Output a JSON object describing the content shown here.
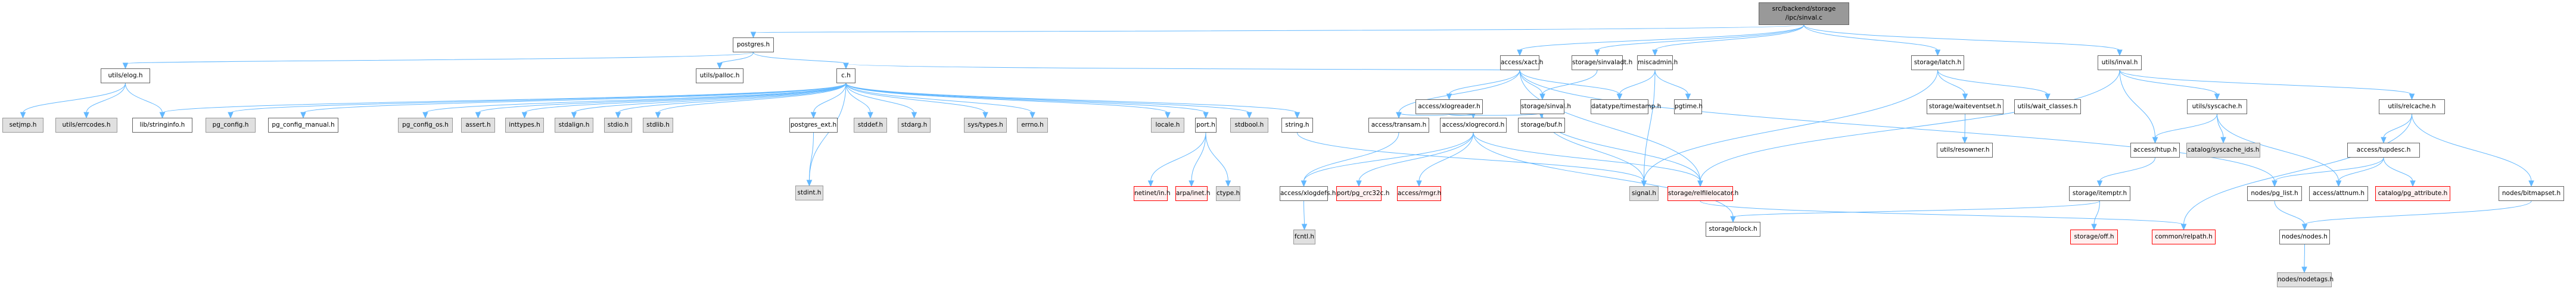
{
  "title": "src/backend/storage/ipc/sinval.c",
  "colors": {
    "edge": "#63b8ff",
    "node_border": "#666666",
    "node_fill": "#ffffff",
    "system_header_fill": "#e0e0e0",
    "missing_header_fill": "#fff0f0",
    "missing_header_border": "#ff0000",
    "root_fill": "#999999"
  },
  "nodes": {
    "root": {
      "label": "src/backend/storage\n/ipc/sinval.c",
      "line1": "src/backend/storage",
      "line2": "/ipc/sinval.c",
      "kind": "root"
    },
    "postgres_h": {
      "label": "postgres.h",
      "kind": "normal"
    },
    "utils_elog_h": {
      "label": "utils/elog.h",
      "kind": "normal"
    },
    "setjmp_h": {
      "label": "setjmp.h",
      "kind": "system"
    },
    "utils_errcodes_h": {
      "label": "utils/errcodes.h",
      "kind": "system"
    },
    "lib_stringinfo_h": {
      "label": "lib/stringinfo.h",
      "kind": "normal"
    },
    "pg_config_h": {
      "label": "pg_config.h",
      "kind": "system"
    },
    "pg_config_manual_h": {
      "label": "pg_config_manual.h",
      "kind": "normal"
    },
    "pg_config_os_h": {
      "label": "pg_config_os.h",
      "kind": "system"
    },
    "assert_h": {
      "label": "assert.h",
      "kind": "system"
    },
    "inttypes_h": {
      "label": "inttypes.h",
      "kind": "system"
    },
    "stdalign_h": {
      "label": "stdalign.h",
      "kind": "system"
    },
    "stdio_h": {
      "label": "stdio.h",
      "kind": "system"
    },
    "stdlib_h": {
      "label": "stdlib.h",
      "kind": "system"
    },
    "postgres_ext_h": {
      "label": "postgres_ext.h",
      "kind": "normal"
    },
    "stddef_h": {
      "label": "stddef.h",
      "kind": "system"
    },
    "stdarg_h": {
      "label": "stdarg.h",
      "kind": "system"
    },
    "sys_types_h": {
      "label": "sys/types.h",
      "kind": "system"
    },
    "errno_h": {
      "label": "errno.h",
      "kind": "system"
    },
    "locale_h": {
      "label": "locale.h",
      "kind": "system"
    },
    "port_h": {
      "label": "port.h",
      "kind": "normal"
    },
    "stdbool_h": {
      "label": "stdbool.h",
      "kind": "system"
    },
    "string_h": {
      "label": "string.h",
      "kind": "normal"
    },
    "utils_palloc_h": {
      "label": "utils/palloc.h",
      "kind": "normal"
    },
    "c_h": {
      "label": "c.h",
      "kind": "normal"
    },
    "stdint_h": {
      "label": "stdint.h",
      "kind": "system"
    },
    "netinet_in_h": {
      "label": "netinet/in.h",
      "kind": "missing"
    },
    "arpa_inet_h": {
      "label": "arpa/inet.h",
      "kind": "missing"
    },
    "ctype_h": {
      "label": "ctype.h",
      "kind": "system"
    },
    "access_xact_h": {
      "label": "access/xact.h",
      "kind": "normal"
    },
    "access_xlogreader_h": {
      "label": "access/xlogreader.h",
      "kind": "normal"
    },
    "access_transam_h": {
      "label": "access/transam.h",
      "kind": "normal"
    },
    "access_xlogrecord_h": {
      "label": "access/xlogrecord.h",
      "kind": "normal"
    },
    "storage_buf_h": {
      "label": "storage/buf.h",
      "kind": "normal"
    },
    "access_xlogdefs_h": {
      "label": "access/xlogdefs.h",
      "kind": "normal"
    },
    "fcntl_h": {
      "label": "fcntl.h",
      "kind": "system"
    },
    "port_pg_crc32c_h": {
      "label": "port/pg_crc32c.h",
      "kind": "missing"
    },
    "access_rmgr_h": {
      "label": "access/rmgr.h",
      "kind": "missing"
    },
    "signal_h": {
      "label": "signal.h",
      "kind": "system"
    },
    "storage_relfilelocator_h": {
      "label": "storage/relfilelocator.h",
      "kind": "missing"
    },
    "storage_block_h": {
      "label": "storage/block.h",
      "kind": "normal"
    },
    "storage_sinvaladt_h": {
      "label": "storage/sinvaladt.h",
      "kind": "normal"
    },
    "storage_sinval_h": {
      "label": "storage/sinval.h",
      "kind": "normal"
    },
    "miscadmin_h": {
      "label": "miscadmin.h",
      "kind": "normal"
    },
    "datatype_timestamp_h": {
      "label": "datatype/timestamp.h",
      "kind": "normal"
    },
    "pgtime_h": {
      "label": "pgtime.h",
      "kind": "normal"
    },
    "storage_latch_h": {
      "label": "storage/latch.h",
      "kind": "normal"
    },
    "storage_waiteventset_h": {
      "label": "storage/waiteventset.h",
      "kind": "normal"
    },
    "utils_wait_classes_h": {
      "label": "utils/wait_classes.h",
      "kind": "normal"
    },
    "utils_resowner_h": {
      "label": "utils/resowner.h",
      "kind": "normal"
    },
    "storage_itemptr_h": {
      "label": "storage/itemptr.h",
      "kind": "normal"
    },
    "storage_off_h": {
      "label": "storage/off.h",
      "kind": "missing"
    },
    "utils_inval_h": {
      "label": "utils/inval.h",
      "kind": "normal"
    },
    "utils_syscache_h": {
      "label": "utils/syscache.h",
      "kind": "normal"
    },
    "access_htup_h": {
      "label": "access/htup.h",
      "kind": "normal"
    },
    "catalog_syscache_ids_h": {
      "label": "catalog/syscache_ids.h",
      "kind": "system"
    },
    "utils_relcache_h": {
      "label": "utils/relcache.h",
      "kind": "normal"
    },
    "access_tupdesc_h": {
      "label": "access/tupdesc.h",
      "kind": "normal"
    },
    "nodes_pg_list_h": {
      "label": "nodes/pg_list.h",
      "kind": "normal"
    },
    "access_attnum_h": {
      "label": "access/attnum.h",
      "kind": "normal"
    },
    "catalog_pg_attribute_h": {
      "label": "catalog/pg_attribute.h",
      "kind": "missing"
    },
    "nodes_bitmapset_h": {
      "label": "nodes/bitmapset.h",
      "kind": "normal"
    },
    "common_relpath_h": {
      "label": "common/relpath.h",
      "kind": "missing"
    },
    "nodes_nodes_h": {
      "label": "nodes/nodes.h",
      "kind": "normal"
    },
    "nodes_nodetags_h": {
      "label": "nodes/nodetags.h",
      "kind": "system"
    }
  },
  "edges": [
    [
      "root",
      "postgres_h"
    ],
    [
      "root",
      "access_xact_h"
    ],
    [
      "root",
      "storage_sinvaladt_h"
    ],
    [
      "root",
      "miscadmin_h"
    ],
    [
      "root",
      "storage_latch_h"
    ],
    [
      "root",
      "utils_inval_h"
    ],
    [
      "postgres_h",
      "utils_elog_h"
    ],
    [
      "postgres_h",
      "utils_palloc_h"
    ],
    [
      "postgres_h",
      "c_h"
    ],
    [
      "utils_elog_h",
      "setjmp_h"
    ],
    [
      "utils_elog_h",
      "utils_errcodes_h"
    ],
    [
      "utils_elog_h",
      "lib_stringinfo_h"
    ],
    [
      "c_h",
      "pg_config_h"
    ],
    [
      "c_h",
      "pg_config_manual_h"
    ],
    [
      "c_h",
      "pg_config_os_h"
    ],
    [
      "c_h",
      "assert_h"
    ],
    [
      "c_h",
      "inttypes_h"
    ],
    [
      "c_h",
      "stdalign_h"
    ],
    [
      "c_h",
      "stdio_h"
    ],
    [
      "c_h",
      "stdlib_h"
    ],
    [
      "c_h",
      "postgres_ext_h"
    ],
    [
      "c_h",
      "stddef_h"
    ],
    [
      "c_h",
      "stdarg_h"
    ],
    [
      "c_h",
      "sys_types_h"
    ],
    [
      "c_h",
      "errno_h"
    ],
    [
      "c_h",
      "locale_h"
    ],
    [
      "c_h",
      "port_h"
    ],
    [
      "c_h",
      "stdbool_h"
    ],
    [
      "c_h",
      "string_h"
    ],
    [
      "c_h",
      "stdint_h"
    ],
    [
      "c_h",
      "lib_stringinfo_h"
    ],
    [
      "postgres_ext_h",
      "stdint_h"
    ],
    [
      "port_h",
      "netinet_in_h"
    ],
    [
      "port_h",
      "arpa_inet_h"
    ],
    [
      "port_h",
      "ctype_h"
    ],
    [
      "access_xact_h",
      "access_xlogreader_h"
    ],
    [
      "access_xact_h",
      "access_transam_h"
    ],
    [
      "access_xact_h",
      "storage_sinval_h"
    ],
    [
      "access_xact_h",
      "datatype_timestamp_h"
    ],
    [
      "access_xact_h",
      "storage_relfilelocator_h"
    ],
    [
      "access_xact_h",
      "nodes_pg_list_h"
    ],
    [
      "access_xact_h",
      "c_h"
    ],
    [
      "access_xlogreader_h",
      "access_transam_h"
    ],
    [
      "access_xlogreader_h",
      "access_xlogrecord_h"
    ],
    [
      "access_xlogreader_h",
      "storage_buf_h"
    ],
    [
      "access_transam_h",
      "access_xlogdefs_h"
    ],
    [
      "access_xlogrecord_h",
      "access_xlogdefs_h"
    ],
    [
      "access_xlogrecord_h",
      "port_pg_crc32c_h"
    ],
    [
      "access_xlogrecord_h",
      "access_rmgr_h"
    ],
    [
      "access_xlogrecord_h",
      "storage_block_h"
    ],
    [
      "access_xlogrecord_h",
      "storage_relfilelocator_h"
    ],
    [
      "access_xlogdefs_h",
      "fcntl_h"
    ],
    [
      "string_h",
      "signal_h"
    ],
    [
      "storage_sinvaladt_h",
      "storage_sinval_h"
    ],
    [
      "storage_sinval_h",
      "signal_h"
    ],
    [
      "storage_sinval_h",
      "storage_relfilelocator_h"
    ],
    [
      "miscadmin_h",
      "datatype_timestamp_h"
    ],
    [
      "miscadmin_h",
      "pgtime_h"
    ],
    [
      "miscadmin_h",
      "signal_h"
    ],
    [
      "storage_latch_h",
      "storage_waiteventset_h"
    ],
    [
      "storage_latch_h",
      "utils_wait_classes_h"
    ],
    [
      "storage_latch_h",
      "signal_h"
    ],
    [
      "storage_waiteventset_h",
      "utils_resowner_h"
    ],
    [
      "storage_relfilelocator_h",
      "common_relpath_h"
    ],
    [
      "storage_itemptr_h",
      "storage_block_h"
    ],
    [
      "storage_itemptr_h",
      "storage_off_h"
    ],
    [
      "utils_inval_h",
      "access_htup_h"
    ],
    [
      "utils_inval_h",
      "utils_syscache_h"
    ],
    [
      "utils_inval_h",
      "utils_relcache_h"
    ],
    [
      "utils_inval_h",
      "storage_relfilelocator_h"
    ],
    [
      "utils_syscache_h",
      "access_htup_h"
    ],
    [
      "utils_syscache_h",
      "catalog_syscache_ids_h"
    ],
    [
      "utils_syscache_h",
      "access_attnum_h"
    ],
    [
      "access_htup_h",
      "storage_itemptr_h"
    ],
    [
      "utils_relcache_h",
      "access_tupdesc_h"
    ],
    [
      "utils_relcache_h",
      "common_relpath_h"
    ],
    [
      "utils_relcache_h",
      "nodes_bitmapset_h"
    ],
    [
      "access_tupdesc_h",
      "nodes_pg_list_h"
    ],
    [
      "access_tupdesc_h",
      "access_attnum_h"
    ],
    [
      "access_tupdesc_h",
      "catalog_pg_attribute_h"
    ],
    [
      "nodes_pg_list_h",
      "nodes_nodes_h"
    ],
    [
      "nodes_bitmapset_h",
      "nodes_nodes_h"
    ],
    [
      "nodes_nodes_h",
      "nodes_nodetags_h"
    ]
  ]
}
